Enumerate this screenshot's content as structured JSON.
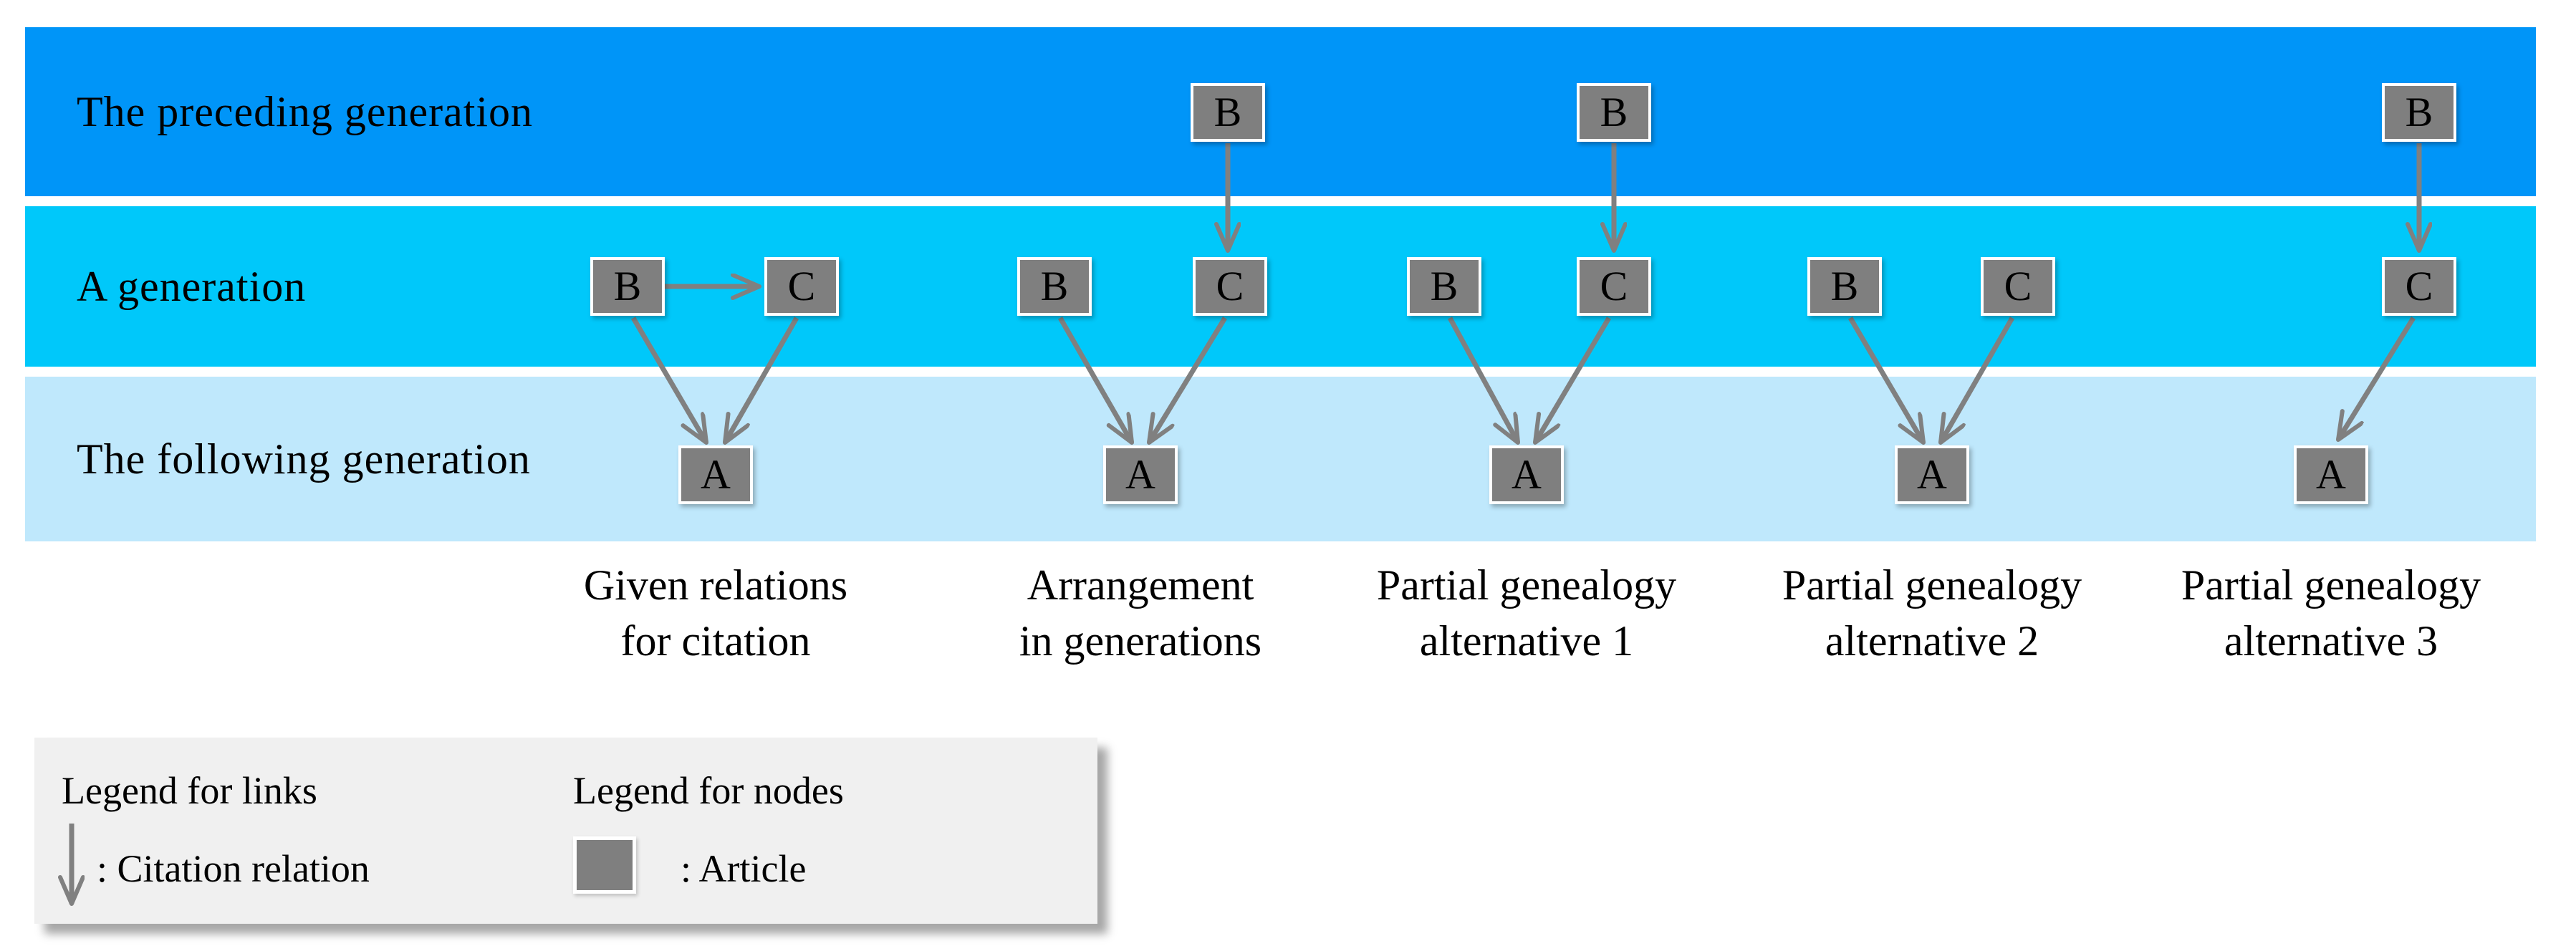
{
  "colors": {
    "band_preceding": "#0095f8",
    "band_generation": "#00c8fa",
    "band_following": "#bfe8fc",
    "node_fill": "#7f7f7f",
    "node_border": "#ffffff",
    "arrow": "#808080",
    "legend_bg": "#f0f0f0",
    "text": "#000000"
  },
  "figure": {
    "bands": [
      {
        "label": "The preceding generation"
      },
      {
        "label": "A generation"
      },
      {
        "label": "The following generation"
      }
    ],
    "diagrams": [
      {
        "caption": [
          "Given relations",
          "for citation"
        ],
        "nodes": [
          {
            "letter": "B"
          },
          {
            "letter": "C"
          },
          {
            "letter": "A"
          }
        ],
        "edges": [
          "B→C",
          "B→A",
          "C→A"
        ]
      },
      {
        "caption": [
          "Arrangement",
          "in generations"
        ],
        "nodes": [
          {
            "letter": "B"
          },
          {
            "letter": "B"
          },
          {
            "letter": "C"
          },
          {
            "letter": "A"
          }
        ],
        "edges": [
          "B→C",
          "B→A",
          "C→A"
        ]
      },
      {
        "caption": [
          "Partial genealogy",
          "alternative 1"
        ],
        "nodes": [
          {
            "letter": "B"
          },
          {
            "letter": "B"
          },
          {
            "letter": "C"
          },
          {
            "letter": "A"
          }
        ],
        "edges": [
          "B→C",
          "B→A",
          "C→A"
        ]
      },
      {
        "caption": [
          "Partial genealogy",
          "alternative 2"
        ],
        "nodes": [
          {
            "letter": "B"
          },
          {
            "letter": "C"
          },
          {
            "letter": "A"
          }
        ],
        "edges": [
          "B→A",
          "C→A"
        ]
      },
      {
        "caption": [
          "Partial genealogy",
          "alternative 3"
        ],
        "nodes": [
          {
            "letter": "B"
          },
          {
            "letter": "C"
          },
          {
            "letter": "A"
          }
        ],
        "edges": [
          "B→C",
          "C→A"
        ]
      }
    ],
    "legend": {
      "links_header": "Legend for links",
      "links_item_label": ": Citation relation",
      "nodes_header": "Legend for nodes",
      "nodes_item_label": ": Article"
    }
  }
}
